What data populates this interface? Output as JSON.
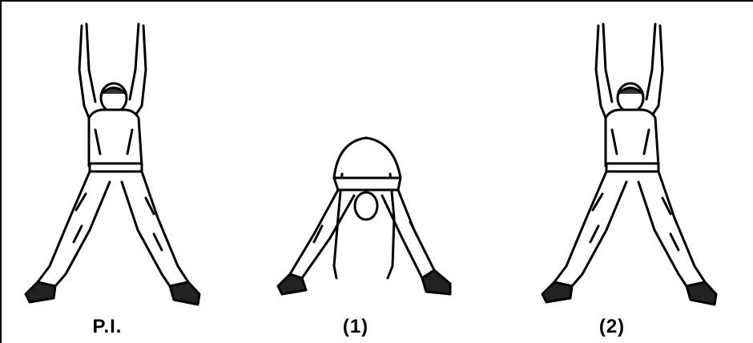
{
  "labels": {
    "pi": "P.I.",
    "step1": "(1)",
    "step2": "(2)"
  }
}
